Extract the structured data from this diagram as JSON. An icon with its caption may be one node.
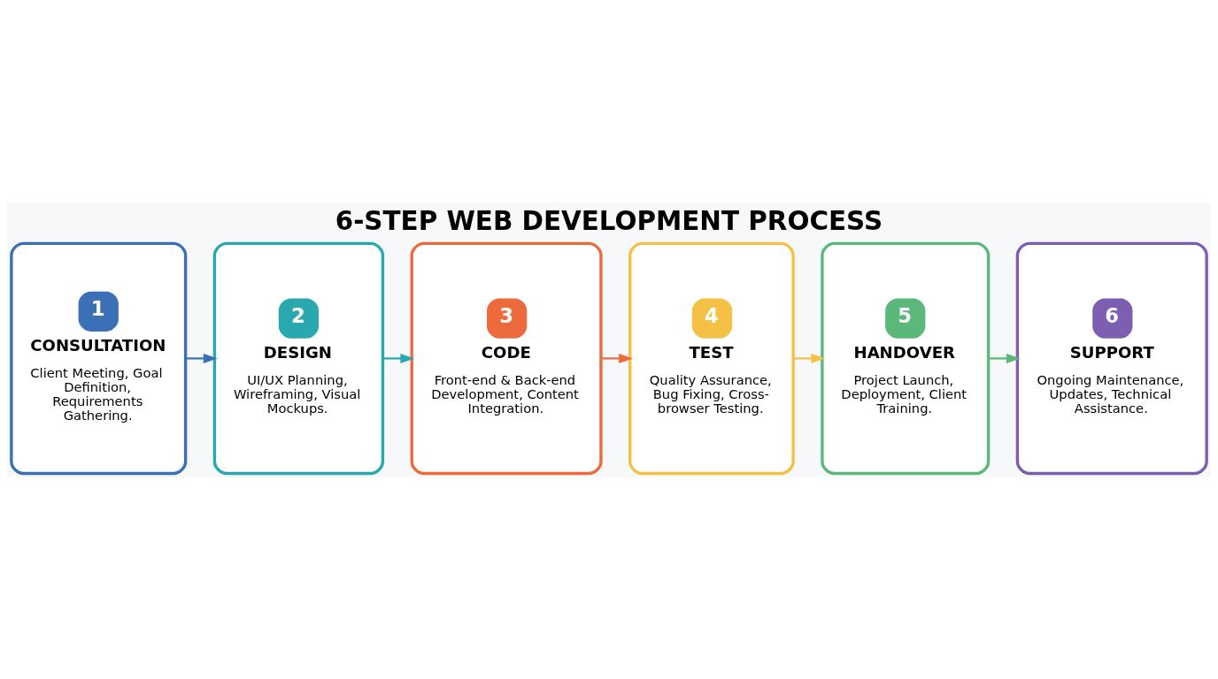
{
  "diagram": {
    "title": "6-STEP WEB DEVELOPMENT PROCESS",
    "nodes": [
      {
        "text": [
          "1",
          "CONSULTATION",
          "Client Meeting, Goal Definition, Requirements Gathering."
        ]
      },
      {
        "text": [
          "2",
          "DESIGN",
          "UI/UX Planning, Wireframing, Visual Mockups."
        ]
      },
      {
        "text": [
          "3",
          "CODE",
          "Front-end & Back-end Development, Content Integration."
        ]
      },
      {
        "text": [
          "4",
          "TEST",
          "Quality Assurance, Bug Fixing, Cross-browser Testing."
        ]
      },
      {
        "text": [
          "5",
          "HANDOVER",
          "Project Launch, Deployment, Client Training."
        ]
      },
      {
        "text": [
          "6",
          "SUPPORT",
          "Ongoing Maintenance, Updates, Technical Assistance."
        ]
      }
    ],
    "edges": [
      {
        "from": 0,
        "to": 1,
        "arrow": "to",
        "color": "#3b6fb6"
      },
      {
        "from": 1,
        "to": 2,
        "arrow": "to",
        "color": "#2aa8b0"
      },
      {
        "from": 2,
        "to": 3,
        "arrow": "to",
        "color": "#ec6a3c"
      },
      {
        "from": 3,
        "to": 4,
        "arrow": "to",
        "color": "#f4c146"
      },
      {
        "from": 4,
        "to": 5,
        "arrow": "to",
        "color": "#5cb87a"
      }
    ]
  }
}
